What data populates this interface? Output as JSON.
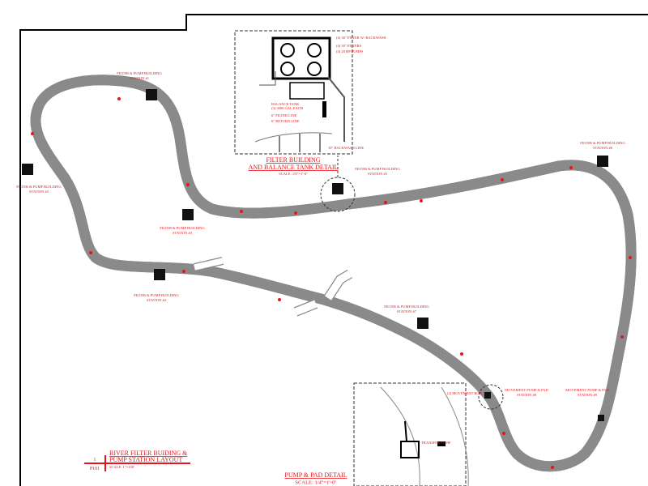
{
  "colors": {
    "annotation": "#e8141b",
    "linework": "#000000",
    "path_edge": "#8a8a8a"
  },
  "sheet": {
    "title_line1": "RIVER FILTER BUIDING &",
    "title_line2": "PUMP STATION LAYOUT",
    "scale": "SCALE: 1\"=100'",
    "drawing_number": "1",
    "sheet_number": "P101"
  },
  "details": {
    "filter_detail_title1": "FILTER BUILDING",
    "filter_detail_title2": "AND BALANCE TANK DETAIL",
    "filter_detail_scale": "SCALE: 1/8\"=1'-0\"",
    "pump_pad_title": "PUMP & PAD DETAIL",
    "pump_pad_scale": "SCALE: 1/4\"=1'-0\"",
    "filter_notes": [
      "(4) 36\" FILTER W/ BACKWASH",
      "(4) 30\" FILTERS",
      "(4) 20 HP PUMPS",
      "BALANCE TANK",
      "(3) 3000 GAL EACH",
      "6\" FILTER LINE",
      "6\" RETURN LINE",
      "10\" BACKWASH LINE"
    ],
    "pump_notes": [
      "(2) MOVEMENT BOX",
      "TRANSFER PUMP"
    ]
  },
  "stations": [
    {
      "name": "FILTER & PUMP BUILDING",
      "id": "STATION #1"
    },
    {
      "name": "FILTER & PUMP BUILDING",
      "id": "STATION #2"
    },
    {
      "name": "FILTER & PUMP BUILDING",
      "id": "STATION #3"
    },
    {
      "name": "FILTER & PUMP BUILDING",
      "id": "STATION #4"
    },
    {
      "name": "FILTER & PUMP BUILDING",
      "id": "STATION #5"
    },
    {
      "name": "FILTER & PUMP BUILDING",
      "id": "STATION #6"
    },
    {
      "name": "FILTER & PUMP BUILDING",
      "id": "STATION #7"
    },
    {
      "name": "MOVEMENT PUMP & PAD",
      "id": "STATION #8"
    },
    {
      "name": "MOVEMENT PUMP & PAD",
      "id": "STATION #9"
    }
  ]
}
